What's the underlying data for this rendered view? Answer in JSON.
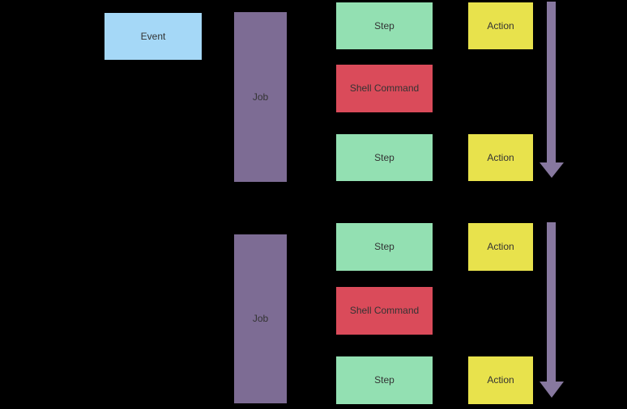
{
  "diagram": {
    "background": "#000000",
    "colors": {
      "event_fill": "#A5D8F7",
      "job_fill": "#7D6C94",
      "step_fill": "#93E0B2",
      "shell_command_fill": "#DA4B5A",
      "action_fill": "#E8E24C",
      "arrow": "#87789F",
      "label_text": "#333333"
    },
    "nodes": [
      {
        "id": "event",
        "type": "event",
        "label": "Event"
      },
      {
        "id": "job-1",
        "type": "job",
        "label": "Job"
      },
      {
        "id": "step-1",
        "type": "step",
        "label": "Step"
      },
      {
        "id": "shell-command-1",
        "type": "shell-command",
        "label": "Shell Command"
      },
      {
        "id": "step-2",
        "type": "step",
        "label": "Step"
      },
      {
        "id": "action-1",
        "type": "action",
        "label": "Action"
      },
      {
        "id": "action-2",
        "type": "action",
        "label": "Action"
      },
      {
        "id": "job-2",
        "type": "job",
        "label": "Job"
      },
      {
        "id": "step-3",
        "type": "step",
        "label": "Step"
      },
      {
        "id": "shell-command-2",
        "type": "shell-command",
        "label": "Shell Command"
      },
      {
        "id": "step-4",
        "type": "step",
        "label": "Step"
      },
      {
        "id": "action-3",
        "type": "action",
        "label": "Action"
      },
      {
        "id": "action-4",
        "type": "action",
        "label": "Action"
      }
    ],
    "arrows": [
      {
        "id": "flow-arrow-1",
        "direction": "down"
      },
      {
        "id": "flow-arrow-2",
        "direction": "down"
      }
    ]
  }
}
